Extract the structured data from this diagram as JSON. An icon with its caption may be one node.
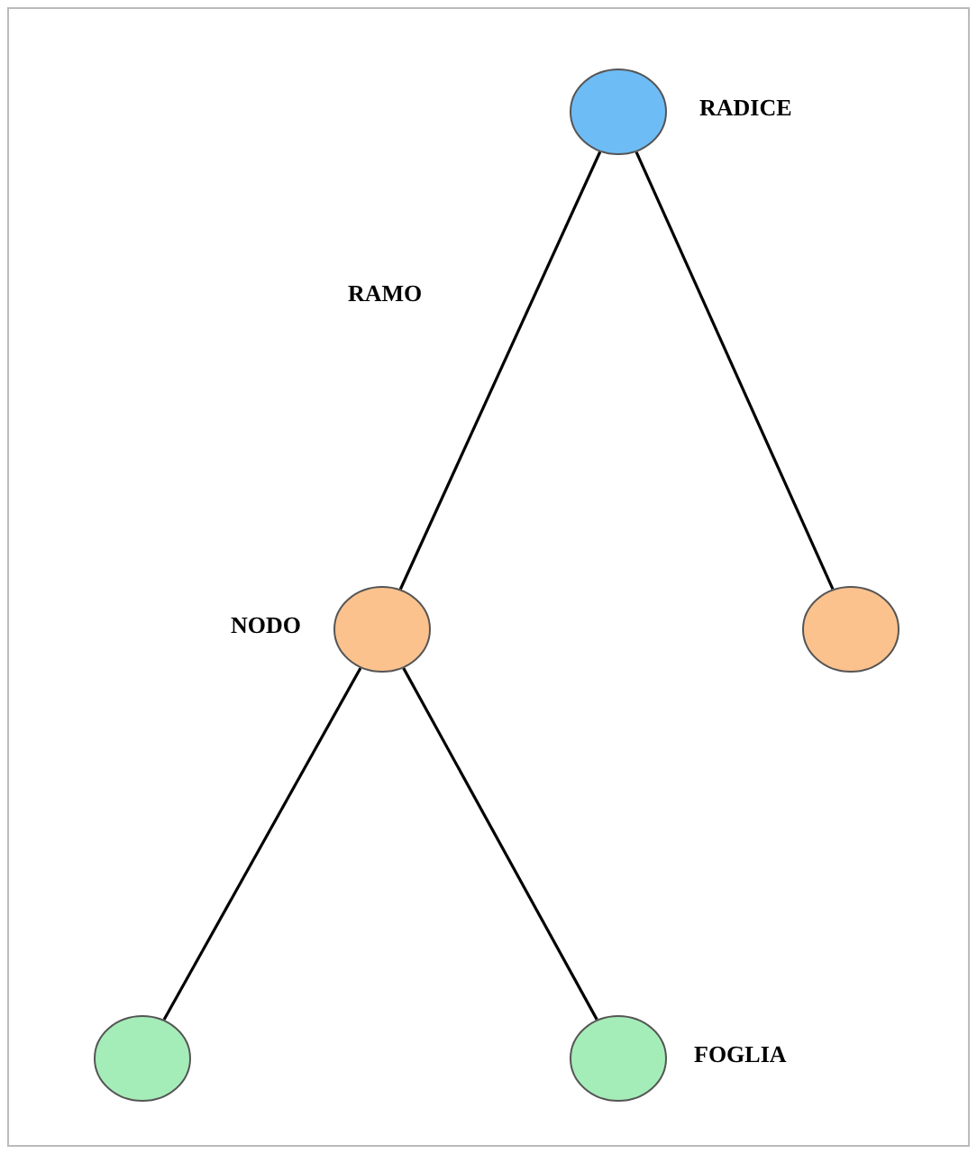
{
  "diagram": {
    "nodes": [
      {
        "text": [],
        "shape": "circle",
        "beside": [
          "RADICE"
        ]
      },
      {
        "text": [],
        "shape": "circle",
        "beside": [
          "NODO"
        ]
      },
      {
        "text": [],
        "shape": "circle"
      },
      {
        "text": [],
        "shape": "circle"
      },
      {
        "text": [],
        "shape": "circle",
        "beside": [
          "FOGLIA"
        ]
      }
    ],
    "edges": [
      {
        "from": 0,
        "to": 1,
        "arrow": "none",
        "label": "RAMO"
      },
      {
        "from": 0,
        "to": 2,
        "arrow": "none"
      },
      {
        "from": 1,
        "to": 3,
        "arrow": "none"
      },
      {
        "from": 1,
        "to": 4,
        "arrow": "none"
      }
    ]
  }
}
